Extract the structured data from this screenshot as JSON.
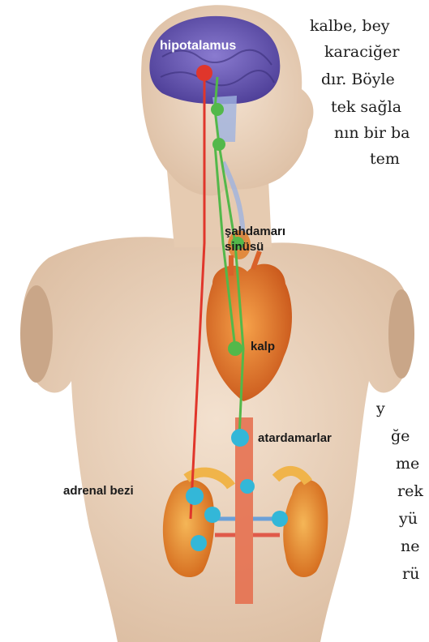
{
  "labels": {
    "hypothalamus": "hipotalamus",
    "carotid_sinus": [
      "şahdamarı",
      "sinüsü"
    ],
    "heart": "kalp",
    "arteries": "atardamarlar",
    "adrenal": "adrenal bezi"
  },
  "body_text_top": [
    "kalbe, bey",
    "karaciğer",
    "dır. Böyle",
    "tek sağla",
    "nın bir ba",
    "tem"
  ],
  "body_text_bottom": [
    "y",
    "ğe",
    "me",
    "rek",
    "yü",
    "ne",
    "rü"
  ],
  "colors": {
    "skin": "#e8cfb7",
    "brain": "#6f5fb8",
    "heart": "#e07a22",
    "kidney": "#e88a2a",
    "neural_red": "#e0362b",
    "neural_green": "#53b84a",
    "node_cyan": "#33b7d8"
  }
}
